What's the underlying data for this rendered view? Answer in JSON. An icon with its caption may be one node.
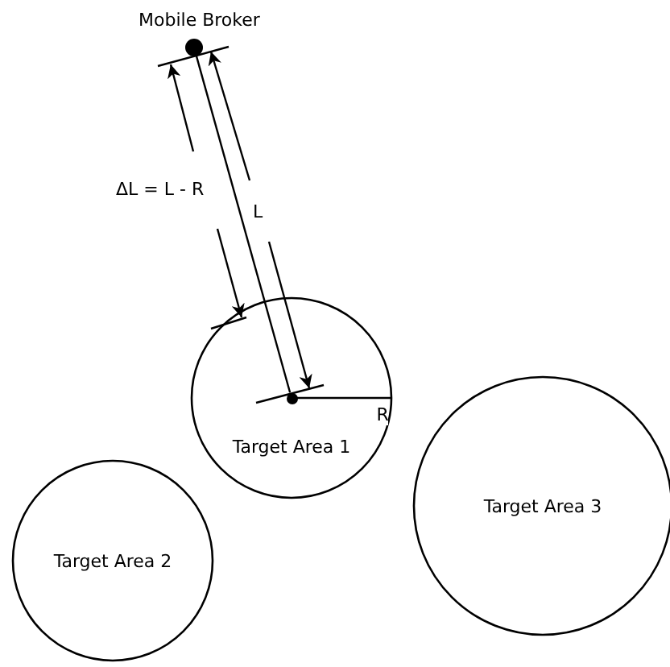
{
  "diagram": {
    "nodes": [
      {
        "text": [],
        "shape": "circle",
        "beside": [
          "Mobile Broker"
        ]
      },
      {
        "text": [
          "Target Area 1"
        ]
      },
      {
        "text": [
          "Target Area 2"
        ]
      },
      {
        "text": [
          "Target Area 3"
        ]
      },
      {
        "text": [],
        "shape": "circle",
        "in": 1
      }
    ],
    "edges": [
      {
        "from": 0,
        "to": 4,
        "arrow": "none"
      },
      {
        "from": 4,
        "to": 1,
        "arrow": "none",
        "label": "R"
      }
    ],
    "labels": [
      "ΔL = L - R",
      "L"
    ]
  }
}
